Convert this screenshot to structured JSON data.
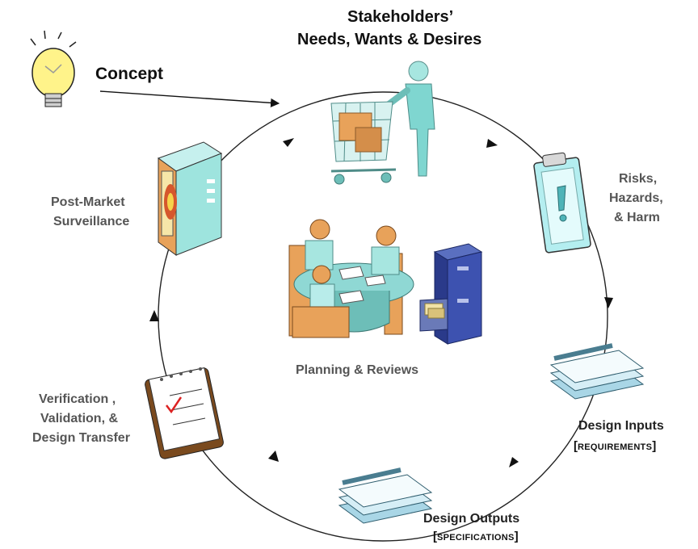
{
  "title_line1": "Stakeholders’",
  "title_line2": "Needs, Wants & Desires",
  "concept": "Concept",
  "risks_line1": "Risks,",
  "risks_line2": "Hazards,",
  "risks_line3": "& Harm",
  "post_market_line1": "Post-Market",
  "post_market_line2": "Surveillance",
  "planning": "Planning & Reviews",
  "design_inputs": "Design Inputs",
  "design_inputs_bracket": "[",
  "design_inputs_sub": "REQUIREMENTS",
  "design_inputs_bracket_close": "]",
  "design_outputs": "Design Outputs",
  "design_outputs_bracket": "[",
  "design_outputs_sub": "SPECIFICATIONS",
  "design_outputs_bracket_close": "]",
  "verification_line1": "Verification ,",
  "verification_line2": "Validation, &",
  "verification_line3": "Design Transfer",
  "icons": [
    "lightbulb-icon",
    "shopping-cart-person-icon",
    "clipboard-warning-icon",
    "document-stack-icon",
    "checklist-icon",
    "device-box-icon",
    "meeting-table-icon",
    "file-cabinet-icon"
  ],
  "colors": {
    "teal": "#7fd6d0",
    "orange": "#e8a25a",
    "navy": "#2a3a8a",
    "text": "#333333"
  }
}
